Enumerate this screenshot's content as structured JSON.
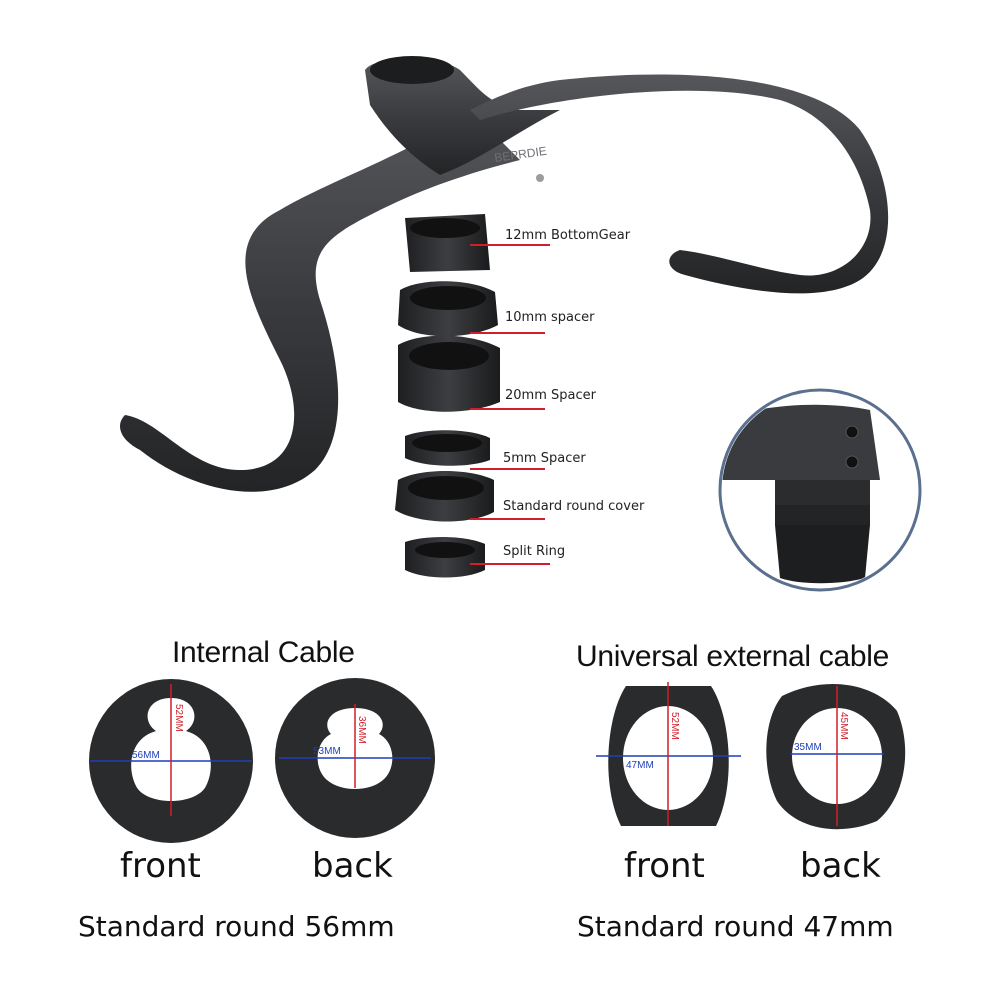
{
  "product": {
    "brand_mark": "BEPRDIE"
  },
  "parts": [
    {
      "label": "12mm BottomGear"
    },
    {
      "label": "10mm spacer"
    },
    {
      "label": "20mm Spacer"
    },
    {
      "label": "5mm Spacer"
    },
    {
      "label": "Standard round cover"
    },
    {
      "label": "Split Ring"
    }
  ],
  "sections": [
    {
      "title": "Internal Cable",
      "front": {
        "label": "front",
        "width_dim": "56MM",
        "height_dim": "52MM"
      },
      "back": {
        "label": "back",
        "width_dim": "53MM",
        "height_dim": "36MM"
      },
      "standard": "Standard round 56mm"
    },
    {
      "title": "Universal external cable",
      "front": {
        "label": "front",
        "width_dim": "47MM",
        "height_dim": "52MM"
      },
      "back": {
        "label": "back",
        "width_dim": "35MM",
        "height_dim": "45MM"
      },
      "standard": "Standard round 47mm"
    }
  ],
  "colors": {
    "carbon": "#3a3b3e",
    "carbon_dark": "#222325",
    "dimension_red": "#d01e2a",
    "dimension_blue": "#1f3fb8",
    "inset_border": "#5b6f8e"
  }
}
